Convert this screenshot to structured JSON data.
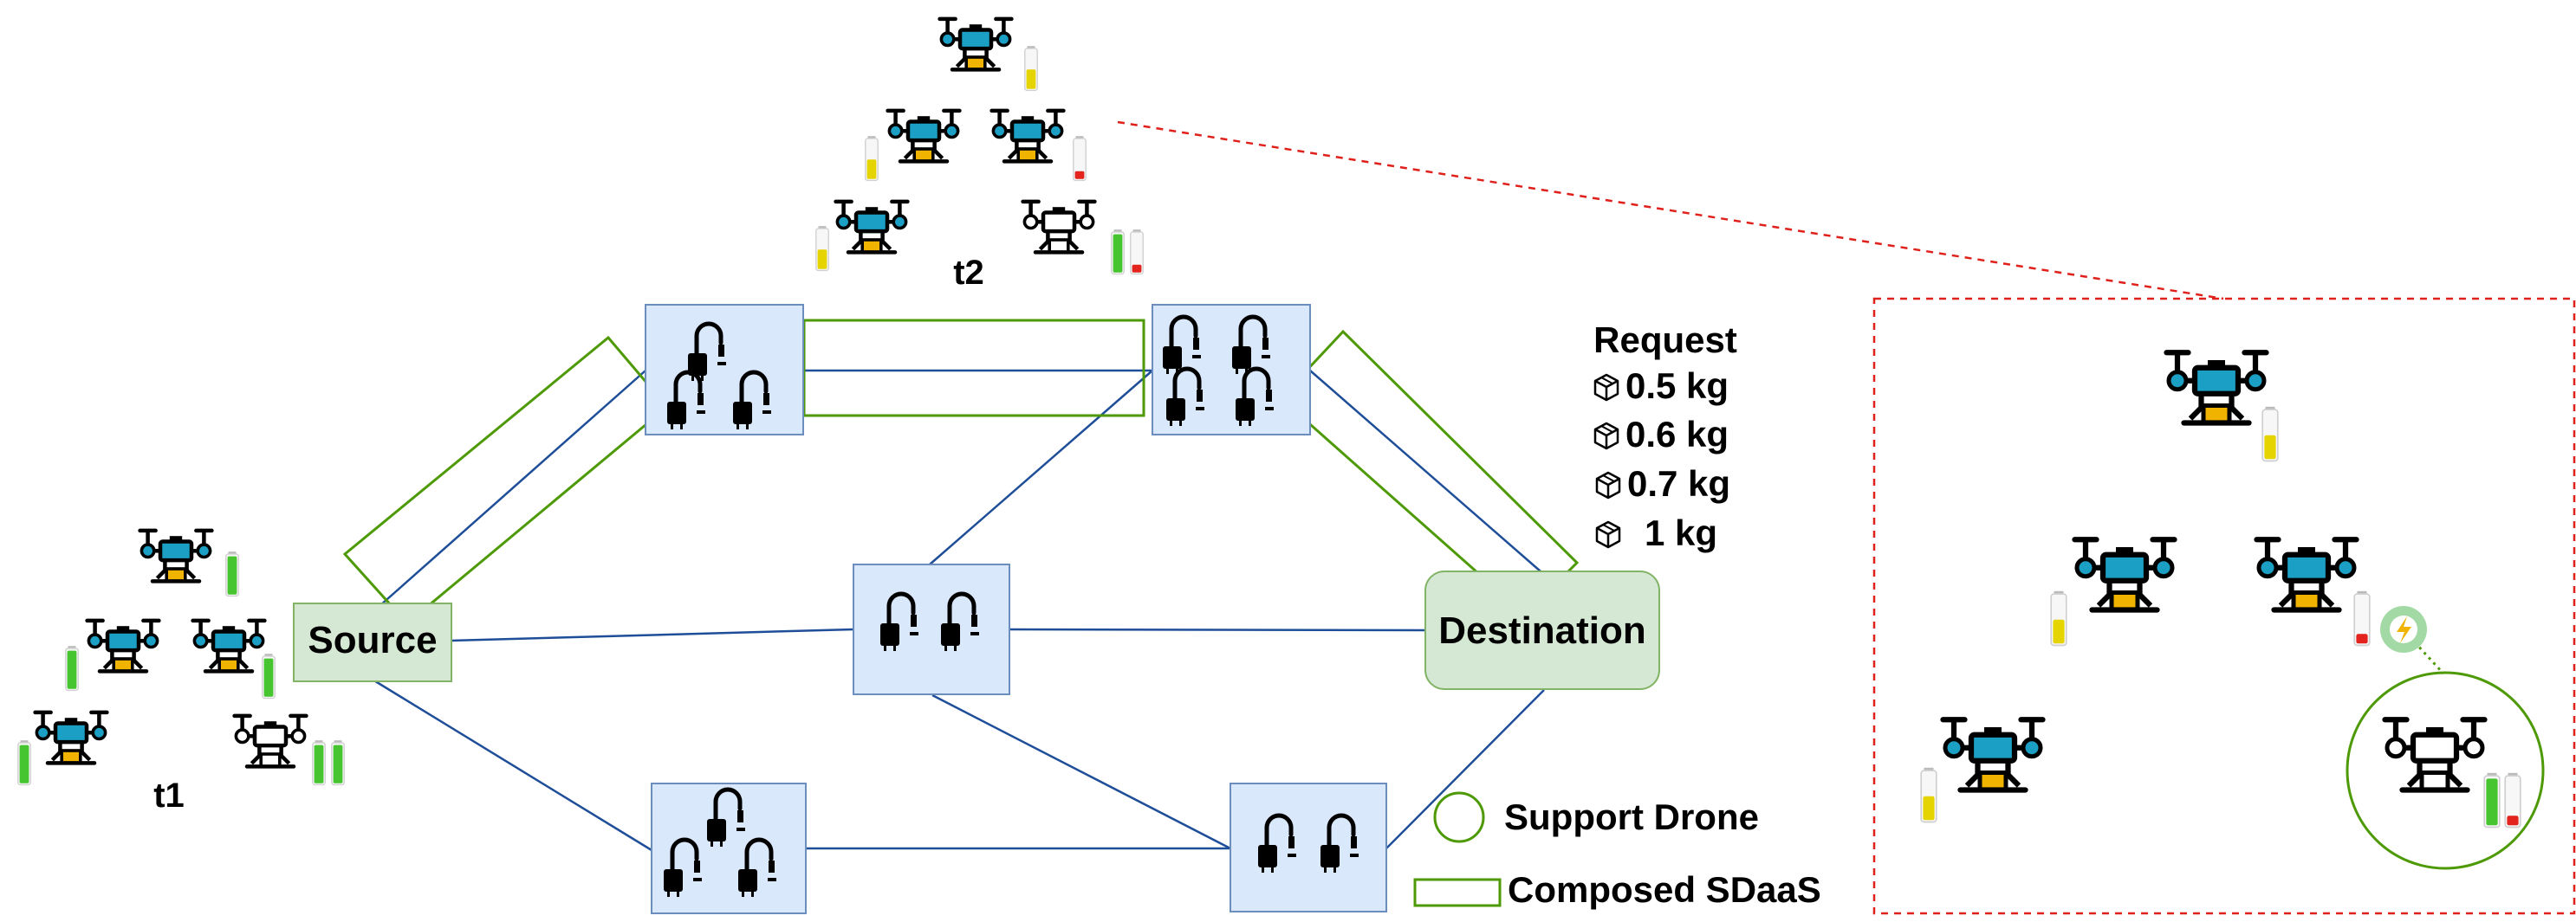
{
  "nodes": {
    "source": "Source",
    "destination": "Destination"
  },
  "time_labels": {
    "t1": "t1",
    "t2": "t2"
  },
  "request": {
    "title": "Request",
    "packages": [
      "0.5 kg",
      "0.6 kg",
      "0.7 kg",
      "1 kg"
    ]
  },
  "legend": {
    "support_drone": "Support Drone",
    "composed_sdaas": "Composed SDaaS"
  },
  "colors": {
    "node_fill": "#dae8fc",
    "node_stroke": "#6c8ebf",
    "endpoint_fill": "#d5e8d4",
    "endpoint_stroke": "#82b366",
    "network_edge": "#1f4e99",
    "composed_path": "#4e9a06",
    "zoom_border": "#e0201b",
    "drone_body": "#1b9fc4",
    "drone_payload": "#f0b400",
    "battery_full": "#47c530",
    "battery_mid": "#e5d400",
    "battery_low": "#e3231d",
    "charge_badge": "#a3d9a5"
  },
  "icons": [
    "drone-icon",
    "battery-icon",
    "package-icon",
    "charging-station-icon",
    "lightning-icon"
  ]
}
